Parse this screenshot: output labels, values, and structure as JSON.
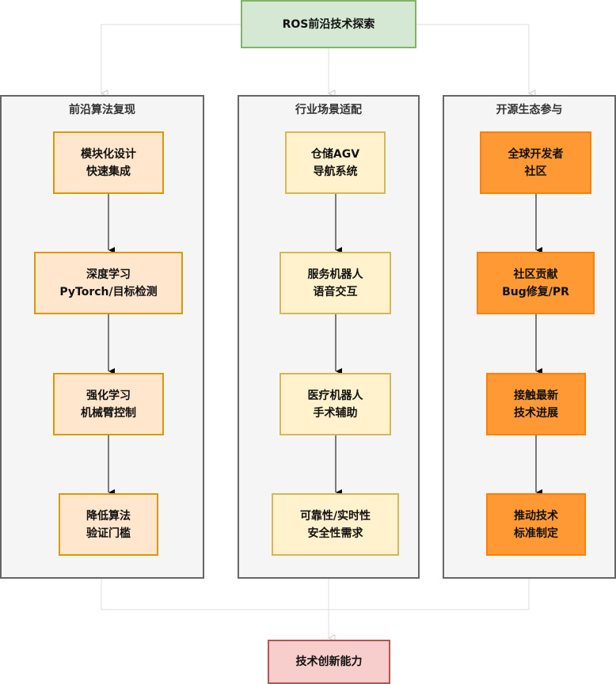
{
  "root": {
    "label": "ROS前沿技术探索"
  },
  "columns": [
    {
      "title": "前沿算法复现",
      "steps": [
        "模块化设计\n快速集成",
        "深度学习\nPyTorch/目标检测",
        "强化学习\n机械臂控制",
        "降低算法\n验证门槛"
      ]
    },
    {
      "title": "行业场景适配",
      "steps": [
        "仓储AGV\n导航系统",
        "服务机器人\n语音交互",
        "医疗机器人\n手术辅助",
        "可靠性/实时性\n安全性需求"
      ]
    },
    {
      "title": "开源生态参与",
      "steps": [
        "全球开发者\n社区",
        "社区贡献\nBug修复/PR",
        "接触最新\n技术进展",
        "推动技术\n标准制定"
      ]
    }
  ],
  "result": {
    "label": "技术创新能力"
  },
  "colors": {
    "root_fill": "#d5e8d4",
    "root_stroke": "#82b366",
    "col1_fill": "#ffe6cc",
    "col1_stroke": "#d79b00",
    "col2_fill": "#fff2cc",
    "col2_stroke": "#d6b656",
    "col3_fill": "#ff9933",
    "col3_stroke": "#ff8000",
    "result_fill": "#f8cecc",
    "result_stroke": "#b85450",
    "container_fill": "#f5f5f5",
    "container_stroke": "#666666"
  }
}
